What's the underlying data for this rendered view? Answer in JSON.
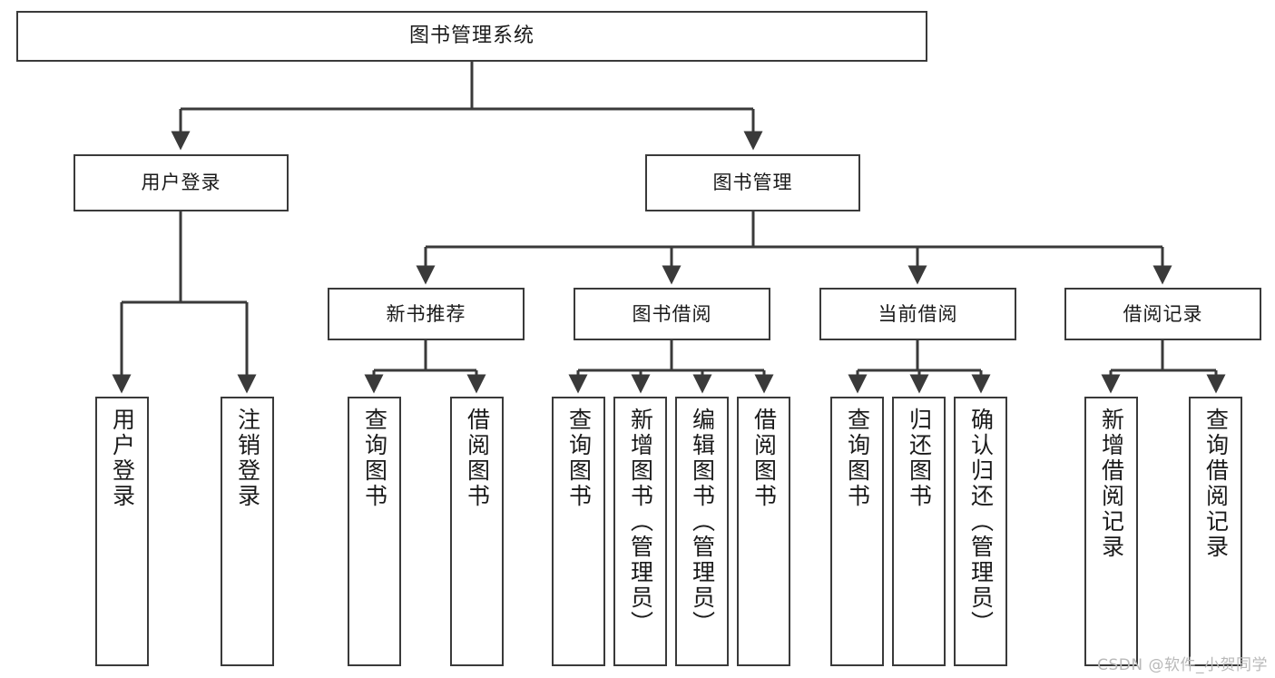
{
  "diagram": {
    "title": "图书管理系统",
    "type": "tree-hierarchy-chart",
    "background_color": "#ffffff",
    "box_border_color": "#3a3a3a",
    "connector_color": "#3a3a3a",
    "text_color": "#1a1a1a"
  },
  "nodes": {
    "root": {
      "label": "图书管理系统"
    },
    "level2": [
      {
        "id": "user-login",
        "label": "用户登录"
      },
      {
        "id": "book-management",
        "label": "图书管理"
      }
    ],
    "level3": [
      {
        "id": "new-book-recommend",
        "label": "新书推荐"
      },
      {
        "id": "book-borrow",
        "label": "图书借阅"
      },
      {
        "id": "current-borrow",
        "label": "当前借阅"
      },
      {
        "id": "borrow-record",
        "label": "借阅记录"
      }
    ],
    "leaves": {
      "user_login": [
        {
          "id": "leaf-user-login",
          "label": "用户登录"
        },
        {
          "id": "leaf-logout-login",
          "label": "注销登录"
        }
      ],
      "new_book_recommend": [
        {
          "id": "leaf-query-book-1",
          "label": "查询图书"
        },
        {
          "id": "leaf-borrow-book-1",
          "label": "借阅图书"
        }
      ],
      "book_borrow": [
        {
          "id": "leaf-query-book-2",
          "label": "查询图书"
        },
        {
          "id": "leaf-add-book",
          "label": "新增图书（管理员）"
        },
        {
          "id": "leaf-edit-book",
          "label": "编辑图书（管理员）"
        },
        {
          "id": "leaf-borrow-book-2",
          "label": "借阅图书"
        }
      ],
      "current_borrow": [
        {
          "id": "leaf-query-book-3",
          "label": "查询图书"
        },
        {
          "id": "leaf-return-book",
          "label": "归还图书"
        },
        {
          "id": "leaf-confirm-return",
          "label": "确认归还（管理员）"
        }
      ],
      "borrow_record": [
        {
          "id": "leaf-add-record",
          "label": "新增借阅记录"
        },
        {
          "id": "leaf-query-record",
          "label": "查询借阅记录"
        }
      ]
    }
  },
  "watermark": {
    "text": "CSDN @软件_小贺同学"
  }
}
